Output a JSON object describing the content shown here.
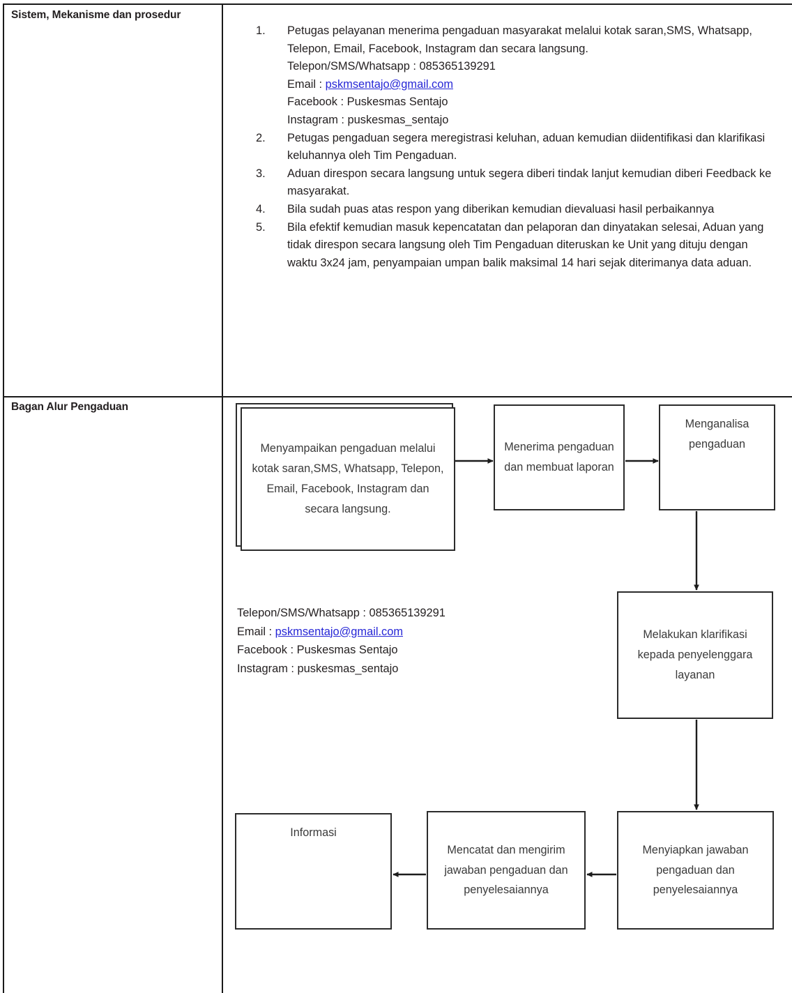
{
  "table": {
    "rows": [
      {
        "label": "Sistem, Mekanisme dan prosedur"
      },
      {
        "label": "Bagan Alur Pengaduan"
      }
    ]
  },
  "procedure": {
    "items": [
      {
        "num": "1.",
        "text": "Petugas pelayanan menerima pengaduan masyarakat melalui kotak saran,SMS, Whatsapp, Telepon, Email, Facebook, Instagram dan secara langsung.",
        "sub": {
          "phone_line": "Telepon/SMS/Whatsapp : 085365139291",
          "email_label": "Email : ",
          "email_value": "pskmsentajo@gmail.com",
          "facebook_line": "Facebook : Puskesmas Sentajo",
          "instagram_line": "Instagram : puskesmas_sentajo"
        }
      },
      {
        "num": "2.",
        "text": "Petugas pengaduan segera meregistrasi keluhan, aduan kemudian diidentifikasi dan klarifikasi keluhannya oleh Tim Pengaduan."
      },
      {
        "num": "3.",
        "text": "Aduan direspon secara langsung untuk segera diberi tindak lanjut kemudian diberi Feedback ke masyarakat."
      },
      {
        "num": "4.",
        "text": "Bila sudah puas atas respon yang diberikan kemudian dievaluasi hasil perbaikannya"
      },
      {
        "num": "5.",
        "text": "Bila efektif kemudian masuk kepencatatan dan pelaporan dan dinyatakan selesai, Aduan yang tidak direspon secara langsung oleh Tim Pengaduan diteruskan ke Unit yang dituju dengan waktu 3x24 jam, penyampaian umpan balik maksimal 14 hari sejak diterimanya data aduan."
      }
    ]
  },
  "flow": {
    "boxes": {
      "submit": "Menyampaikan pengaduan melalui kotak saran,SMS, Whatsapp, Telepon, Email, Facebook, Instagram dan secara langsung.",
      "receive": "Menerima pengaduan dan membuat laporan",
      "analyze": "Menganalisa pengaduan",
      "clarify": "Melakukan klarifikasi kepada penyelenggara layanan",
      "prepare": "Menyiapkan jawaban pengaduan dan penyelesaiannya",
      "record": "Mencatat dan mengirim jawaban pengaduan dan penyelesaiannya",
      "info": "Informasi"
    }
  },
  "contact": {
    "phone_line": "Telepon/SMS/Whatsapp : 085365139291",
    "email_label": "Email : ",
    "email_value": "pskmsentajo@gmail.com",
    "facebook_line": "Facebook : Puskesmas Sentajo",
    "instagram_line": "Instagram : puskesmas_sentajo"
  },
  "colors": {
    "link": "#2626d6",
    "border": "#1a1a1a",
    "text": "#231f20"
  }
}
